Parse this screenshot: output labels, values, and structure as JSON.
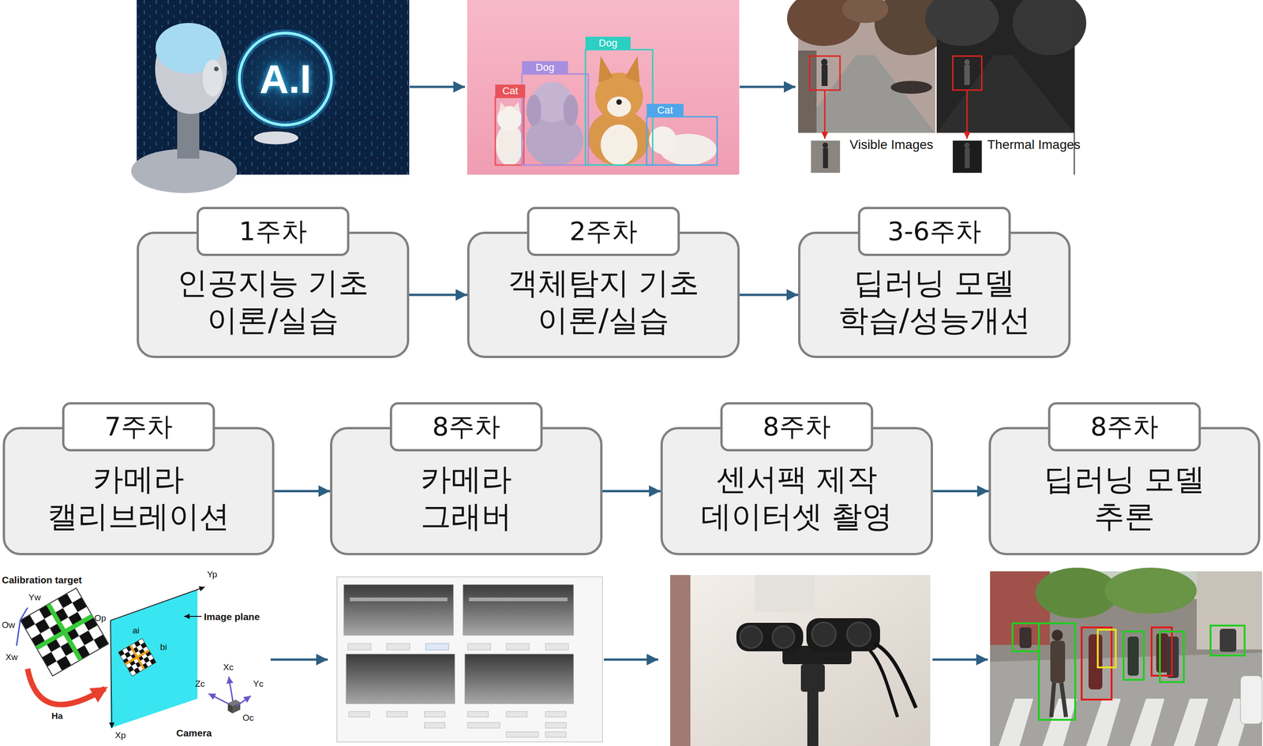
{
  "diagram": {
    "nodes": [
      {
        "text": [
          "1주차",
          "인공지능 기초 이론/실습"
        ]
      },
      {
        "text": [
          "2주차",
          "객체탐지 기초 이론/실습"
        ]
      },
      {
        "text": [
          "3-6주차",
          "딥러닝 모델 학습/성능개선"
        ]
      },
      {
        "text": [
          "7주차",
          "카메라 캘리브레이션"
        ]
      },
      {
        "text": [
          "8주차",
          "카메라 그래버"
        ]
      },
      {
        "text": [
          "8주차",
          "센서팩 제작 데이터셋 촬영"
        ]
      },
      {
        "text": [
          "8주차",
          "딥러닝 모델 추론"
        ]
      }
    ],
    "edges": [
      {
        "from": 0,
        "to": 1,
        "arrow": "to"
      },
      {
        "from": 1,
        "to": 2,
        "arrow": "to"
      },
      {
        "from": 3,
        "to": 4,
        "arrow": "to"
      },
      {
        "from": 4,
        "to": 5,
        "arrow": "to"
      },
      {
        "from": 5,
        "to": 6,
        "arrow": "to"
      }
    ],
    "labels": [
      "A.I",
      "Dog",
      "Dog",
      "Cat",
      "Cat",
      "Visible Images",
      "Thermal Images",
      "Calibration target",
      "Yw",
      "Ow",
      "Xw",
      "Yp",
      "Op",
      "Image plane",
      "ai",
      "bi",
      "Xc",
      "Zc",
      "Yc",
      "Ha",
      "Oc",
      "Camera",
      "Xp"
    ]
  }
}
